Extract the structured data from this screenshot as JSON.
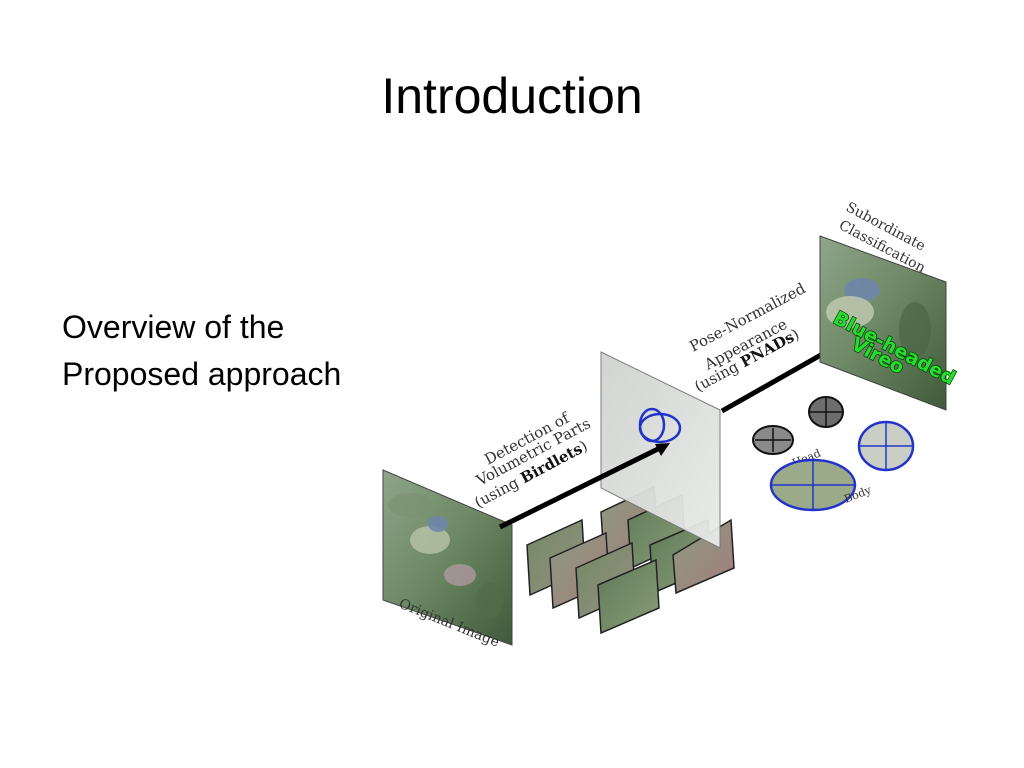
{
  "slide": {
    "title": "Introduction",
    "caption_line1": "Overview of the",
    "caption_line2": "Proposed approach"
  },
  "diagram": {
    "original_image_label": "Original Image",
    "detection_label_line1": "Detection of",
    "detection_label_line2": "Volumetric Parts",
    "detection_label_line3_prefix": "(using ",
    "detection_label_line3_bold": "Birdlets",
    "detection_label_line3_suffix": ")",
    "pose_label_line1": "Pose-Normalized",
    "pose_label_line2": "Appearance",
    "pose_label_line3_prefix": "(using ",
    "pose_label_line3_bold": "PNADs",
    "pose_label_line3_suffix": ")",
    "head_label": "Head",
    "body_label": "Body",
    "subordinate_label_line1": "Subordinate",
    "subordinate_label_line2": "Classification",
    "result_label_line1": "Blue-headed",
    "result_label_line2": "Vireo",
    "colors": {
      "part_outline": "#2233cc",
      "result_text": "#22e02a",
      "arrow": "#000000"
    }
  }
}
